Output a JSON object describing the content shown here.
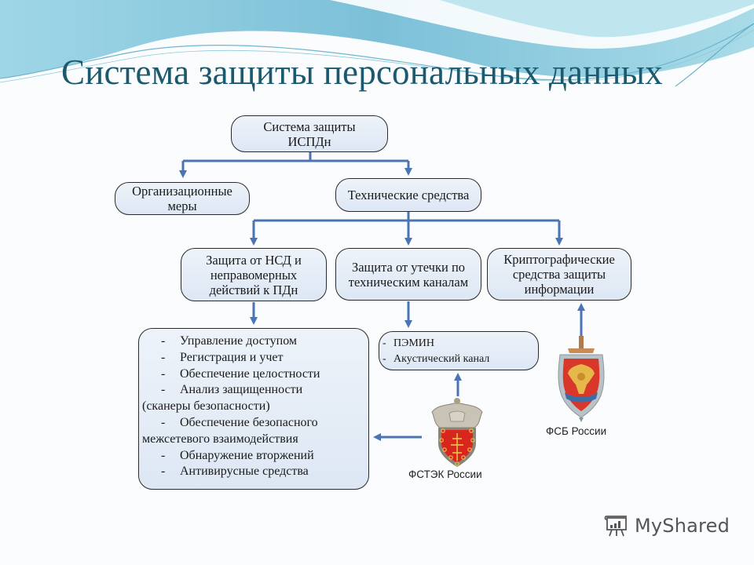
{
  "slide": {
    "title": "Система защиты персональных данных"
  },
  "colors": {
    "title": "#1b5a6e",
    "connector": "#4a74b4",
    "node_fill_top": "#eef3fa",
    "node_fill_bottom": "#dde7f4",
    "node_border": "#2a2a2a",
    "wave_light": "#bfe6ee",
    "wave_dark": "#6fb6cf"
  },
  "diagram": {
    "root": {
      "label": "Система защиты\nИСПДн"
    },
    "level1": [
      {
        "id": "org",
        "label": "Организационные\nмеры"
      },
      {
        "id": "tech",
        "label": "Технические средства"
      }
    ],
    "level2": [
      {
        "id": "nsd",
        "label": "Защита от НСД и\nнеправомерных\nдействий к ПДн"
      },
      {
        "id": "leak",
        "label": "Защита от утечки по\nтехническим каналам"
      },
      {
        "id": "crypto",
        "label": "Криптографические\nсредства защиты\nинформации"
      }
    ],
    "nsd_measures": [
      {
        "text": "Управление доступом",
        "bullet": "-"
      },
      {
        "text": "Регистрация и учет",
        "bullet": "-"
      },
      {
        "text": "Обеспечение целостности",
        "bullet": "-"
      },
      {
        "text": "Анализ защищенности",
        "bullet": "-"
      },
      {
        "text": "(сканеры безопасности)",
        "bullet": ""
      },
      {
        "text": "Обеспечение безопасного",
        "bullet": "-"
      },
      {
        "text": "межсетевого взаимодействия",
        "bullet": ""
      },
      {
        "text": "Обнаружение вторжений",
        "bullet": "-"
      },
      {
        "text": "Антивирусные средства",
        "bullet": "-"
      }
    ],
    "leak_measures": [
      {
        "text": "ПЭМИН",
        "bullet": "-"
      },
      {
        "text": "Акустический канал",
        "bullet": "-"
      }
    ],
    "regulators": [
      {
        "id": "fstek",
        "label": "ФСТЭК России",
        "icon": "fstek-emblem-icon"
      },
      {
        "id": "fsb",
        "label": "ФСБ России",
        "icon": "fsb-emblem-icon"
      }
    ]
  },
  "watermark": {
    "text": "MyShared",
    "icon": "presentation-board-icon"
  }
}
